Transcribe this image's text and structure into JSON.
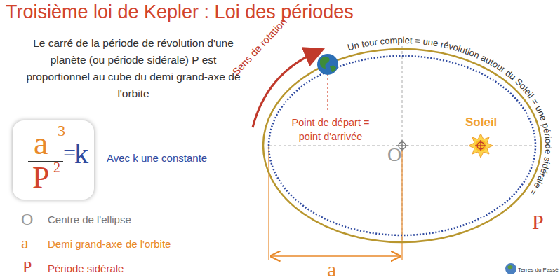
{
  "diagram": {
    "title": "Troisième loi de Kepler : Loi des périodes",
    "nodes": [
      {
        "text": [
          "a",
          "3",
          "P",
          "2",
          "=",
          "k"
        ]
      }
    ],
    "labels": [
      "Le carré de la période de révolution d'une planète (ou période sidérale) P est proportionnel au cube du demi grand-axe de l'orbite",
      "Avec k une constante",
      "O",
      "a",
      "P",
      "Sens de rotation",
      "Un tour complet = une révolution autour du Soleil = une période sidérale =",
      "P",
      "Point de départ = point d'arrivée",
      "O",
      "Soleil",
      "a",
      "Terres du Passé"
    ],
    "legend": [
      {
        "text": "Centre de l'ellipse"
      },
      {
        "text": "Demi grand-axe de l'orbite"
      },
      {
        "text": "Période sidérale"
      }
    ]
  }
}
